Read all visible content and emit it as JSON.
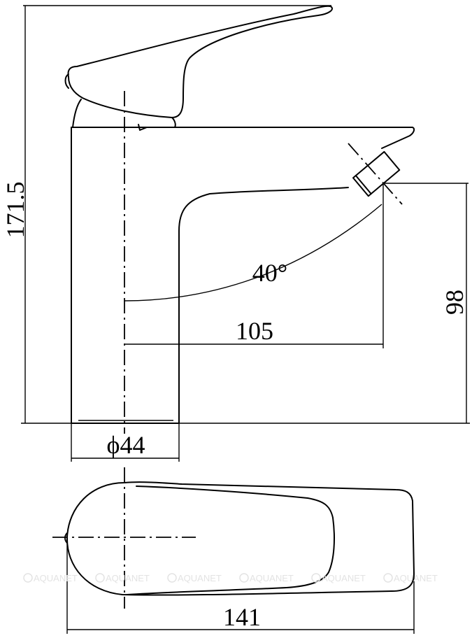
{
  "dimensions": {
    "overall_height": "171.5",
    "spout_height": "98",
    "spout_reach": "105",
    "swivel_angle": "40°",
    "body_diameter": "ϕ44",
    "overall_length": "141"
  },
  "watermark": {
    "text": "AQUANET"
  },
  "colors": {
    "line": "#000000",
    "background": "#ffffff",
    "watermark": "#e3e3e3"
  }
}
